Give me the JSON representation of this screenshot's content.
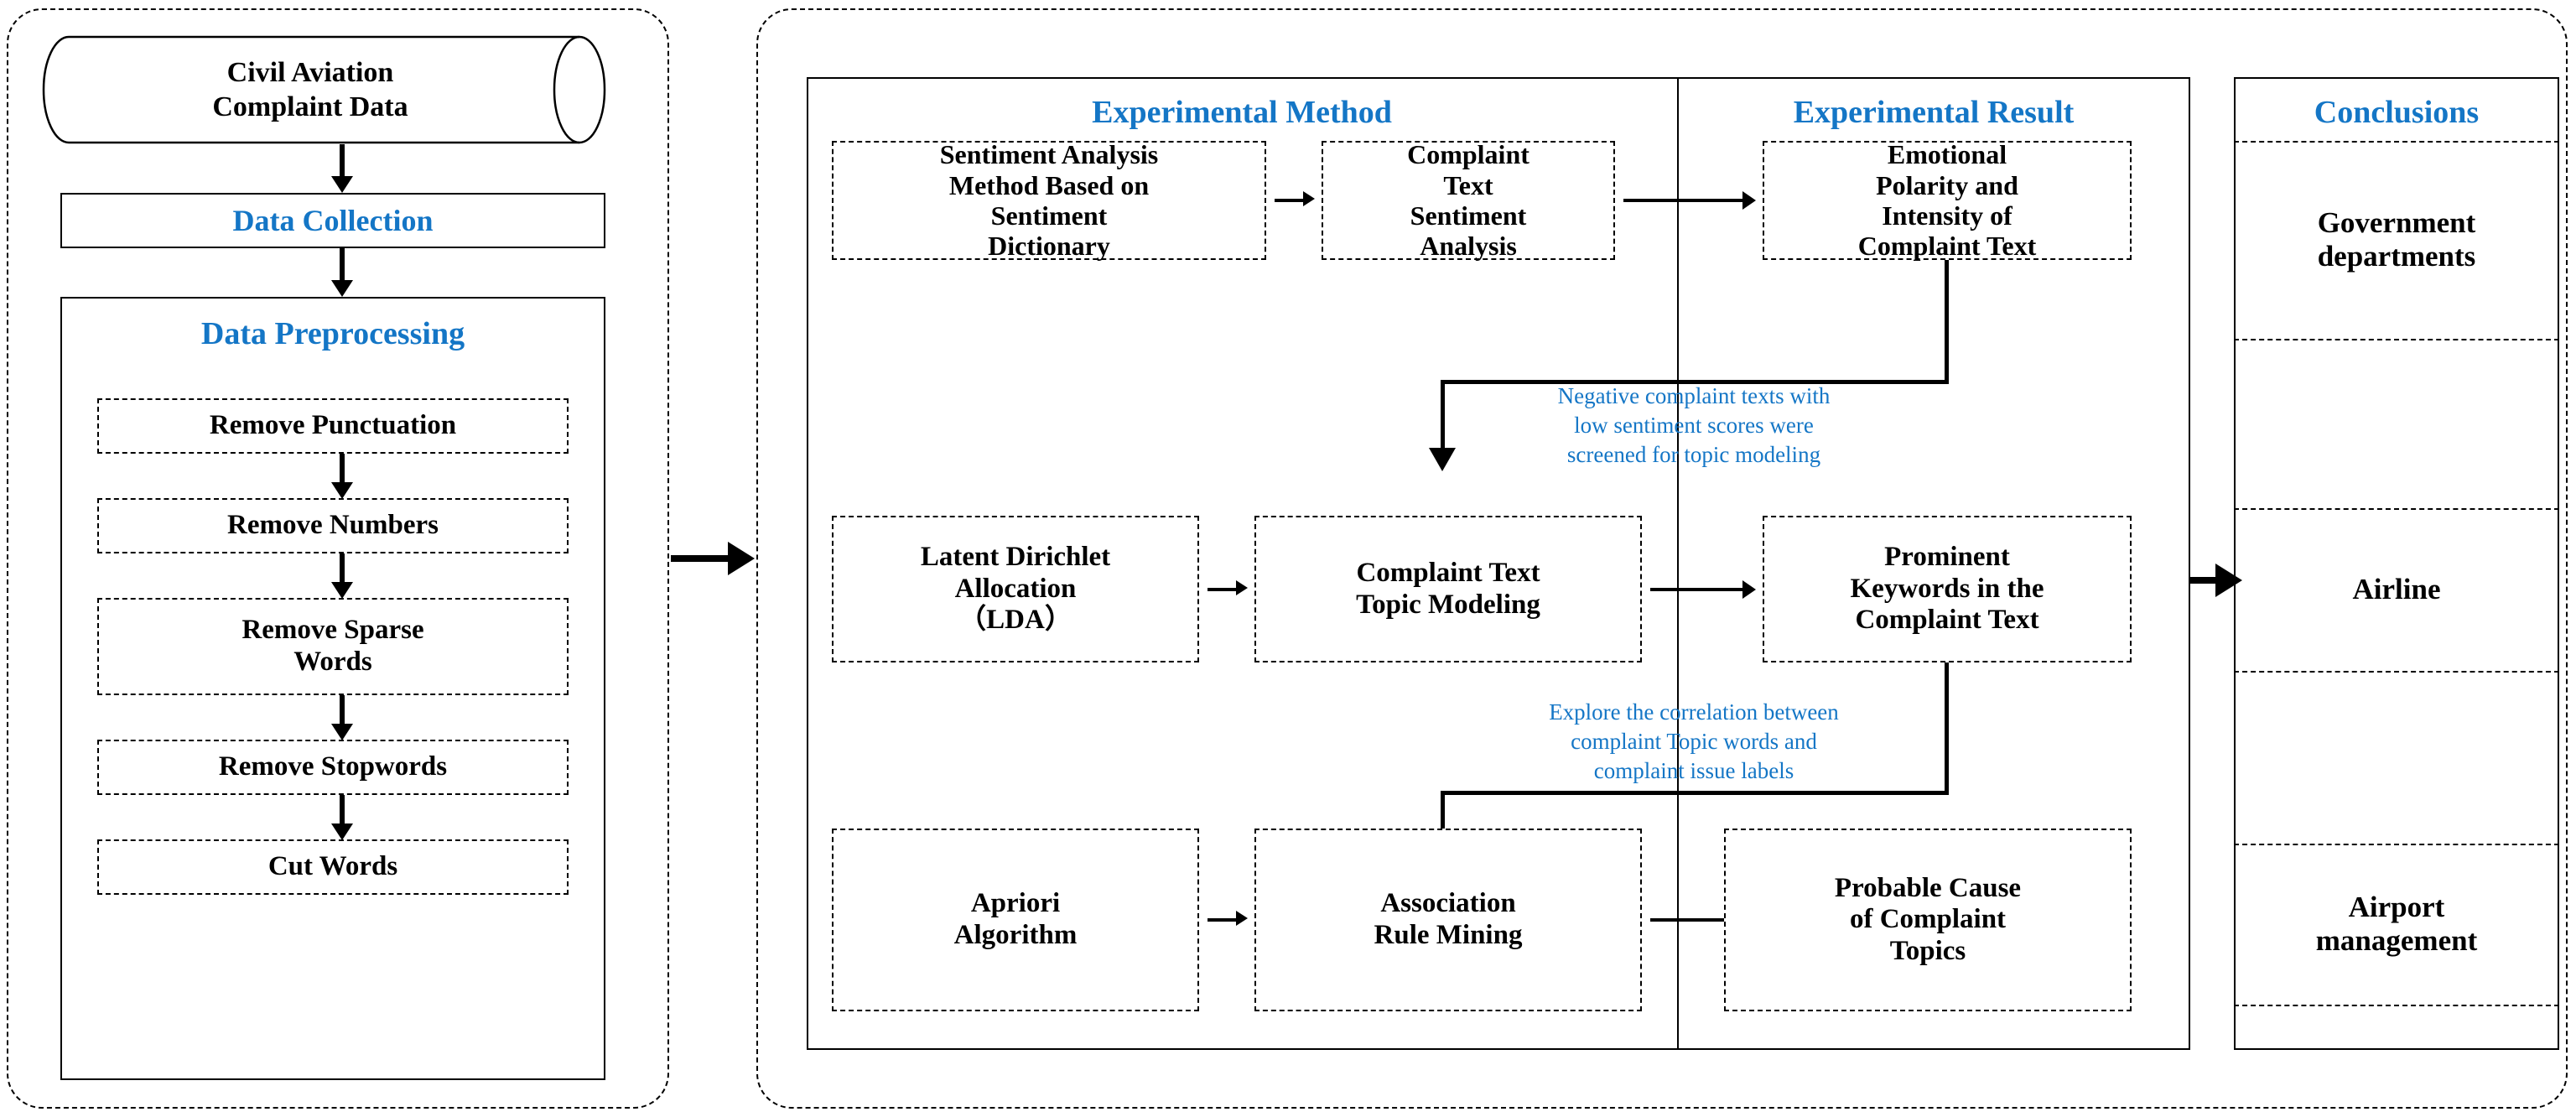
{
  "diagram": {
    "title": "Civil Aviation Complaint Data Analysis Framework",
    "accent_color": "#1476c6",
    "line_color": "#000000"
  },
  "left_panel": {
    "datastore": "Civil Aviation\nComplaint Data",
    "datastore_line1": "Civil Aviation",
    "datastore_line2": "Complaint Data",
    "data_collection": "Data Collection",
    "data_preprocessing": "Data Preprocessing",
    "steps": [
      {
        "label": "Remove Punctuation"
      },
      {
        "label": "Remove Numbers"
      },
      {
        "label": "Remove Sparse Words",
        "line1": "Remove Sparse",
        "line2": "Words"
      },
      {
        "label": "Remove Stopwords"
      },
      {
        "label": "Cut Words"
      }
    ]
  },
  "columns": {
    "method": "Experimental Method",
    "result": "Experimental Result",
    "conclusions": "Conclusions"
  },
  "rows": [
    {
      "method_a": {
        "line1": "Sentiment Analysis",
        "line2": "Method Based on",
        "line3": "Sentiment",
        "line4": "Dictionary"
      },
      "method_b": {
        "line1": "Complaint",
        "line2": "Text",
        "line3": "Sentiment",
        "line4": "Analysis"
      },
      "result": {
        "line1": "Emotional",
        "line2": "Polarity and",
        "line3": "Intensity of",
        "line4": "Complaint Text"
      }
    },
    {
      "method_a": {
        "line1": "Latent Dirichlet",
        "line2": "Allocation",
        "line3": "（LDA）"
      },
      "method_b": {
        "line1": "Complaint Text",
        "line2": "Topic Modeling"
      },
      "result": {
        "line1": "Prominent",
        "line2": "Keywords in the",
        "line3": "Complaint Text"
      }
    },
    {
      "method_a": {
        "line1": "Apriori",
        "line2": "Algorithm"
      },
      "method_b": {
        "line1": "Association",
        "line2": "Rule Mining"
      },
      "result": {
        "line1": "Probable Cause",
        "line2": "of Complaint",
        "line3": "Topics"
      }
    }
  ],
  "annotations": [
    {
      "line1": "Negative complaint texts with",
      "line2": "low sentiment scores were",
      "line3": "screened for topic modeling"
    },
    {
      "line1": "Explore the correlation between",
      "line2": "complaint Topic words and",
      "line3": "complaint issue labels"
    }
  ],
  "conclusions": [
    {
      "line1": "Government",
      "line2": "departments"
    },
    {
      "line1": "Airline",
      "line2": ""
    },
    {
      "line1": "Airport",
      "line2": "management"
    }
  ]
}
